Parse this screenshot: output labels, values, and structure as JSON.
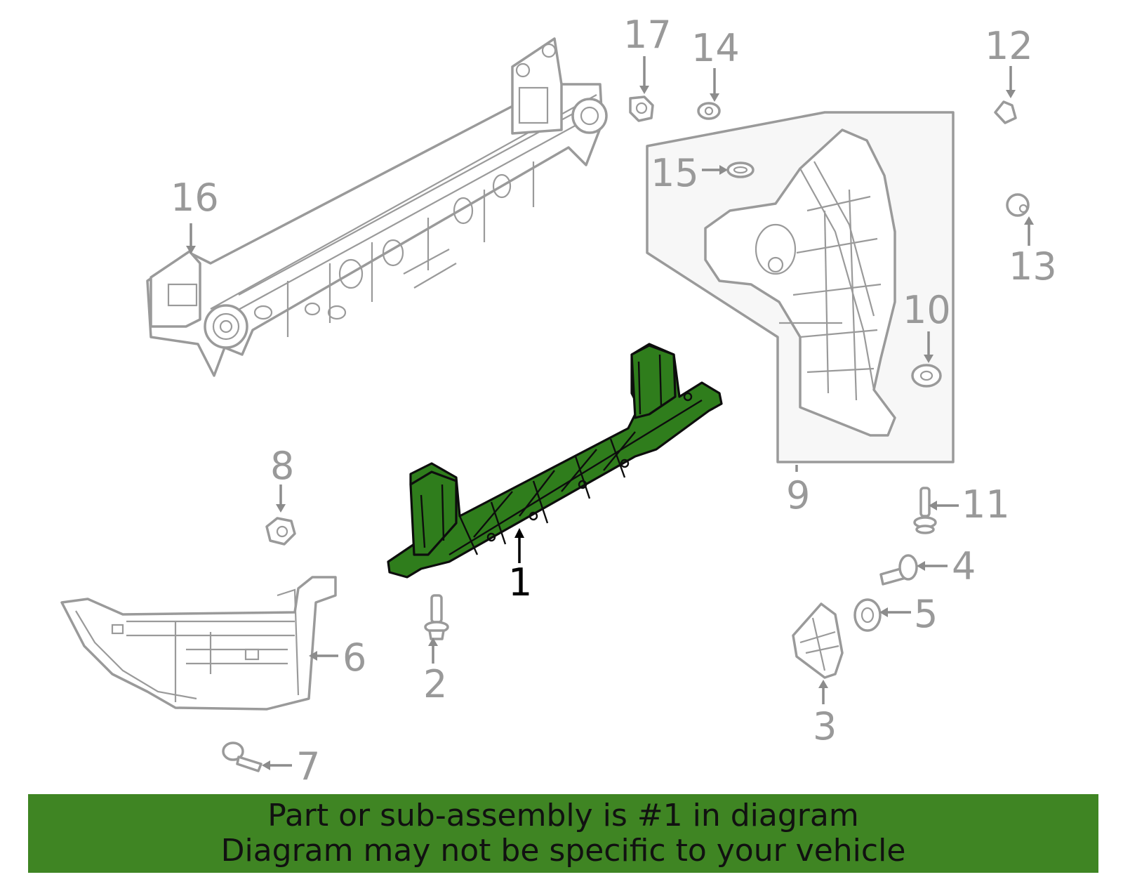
{
  "callouts": {
    "c1": "1",
    "c2": "2",
    "c3": "3",
    "c4": "4",
    "c5": "5",
    "c6": "6",
    "c7": "7",
    "c8": "8",
    "c9": "9",
    "c10": "10",
    "c11": "11",
    "c12": "12",
    "c13": "13",
    "c14": "14",
    "c15": "15",
    "c16": "16",
    "c17": "17"
  },
  "banner": {
    "line1": "Part or sub-assembly is #1 in diagram",
    "line2": "Diagram may not be specific to your vehicle"
  },
  "colors": {
    "highlight": "#2f7d1c",
    "banner": "#3f8523",
    "outline": "#9a9a9a"
  }
}
